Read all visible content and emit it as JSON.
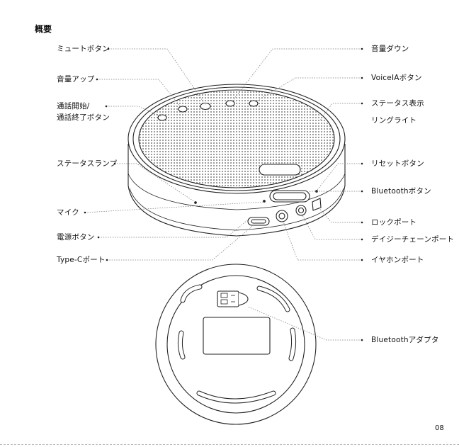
{
  "title": "概要",
  "page_number": "08",
  "labels": {
    "mute": "ミュートボタン",
    "vol_up": "音量アップ",
    "call_line1": "通話開始/",
    "call_line2": "通話終了ボタン",
    "status_lamp": "ステータスランプ",
    "mic": "マイク",
    "power": "電源ボタン",
    "typec": "Type-Cポート",
    "vol_down": "音量ダウン",
    "voicea": "VoiceIAボタン",
    "ring_line1": "ステータス表示",
    "ring_line2": "リングライト",
    "reset": "リセットボタン",
    "bt_button": "Bluetoothボタン",
    "lock": "ロックポート",
    "daisy": "デイジーチェーンポート",
    "earphone": "イヤホンポート",
    "bt_adapter": "Bluetoothアダプタ"
  }
}
